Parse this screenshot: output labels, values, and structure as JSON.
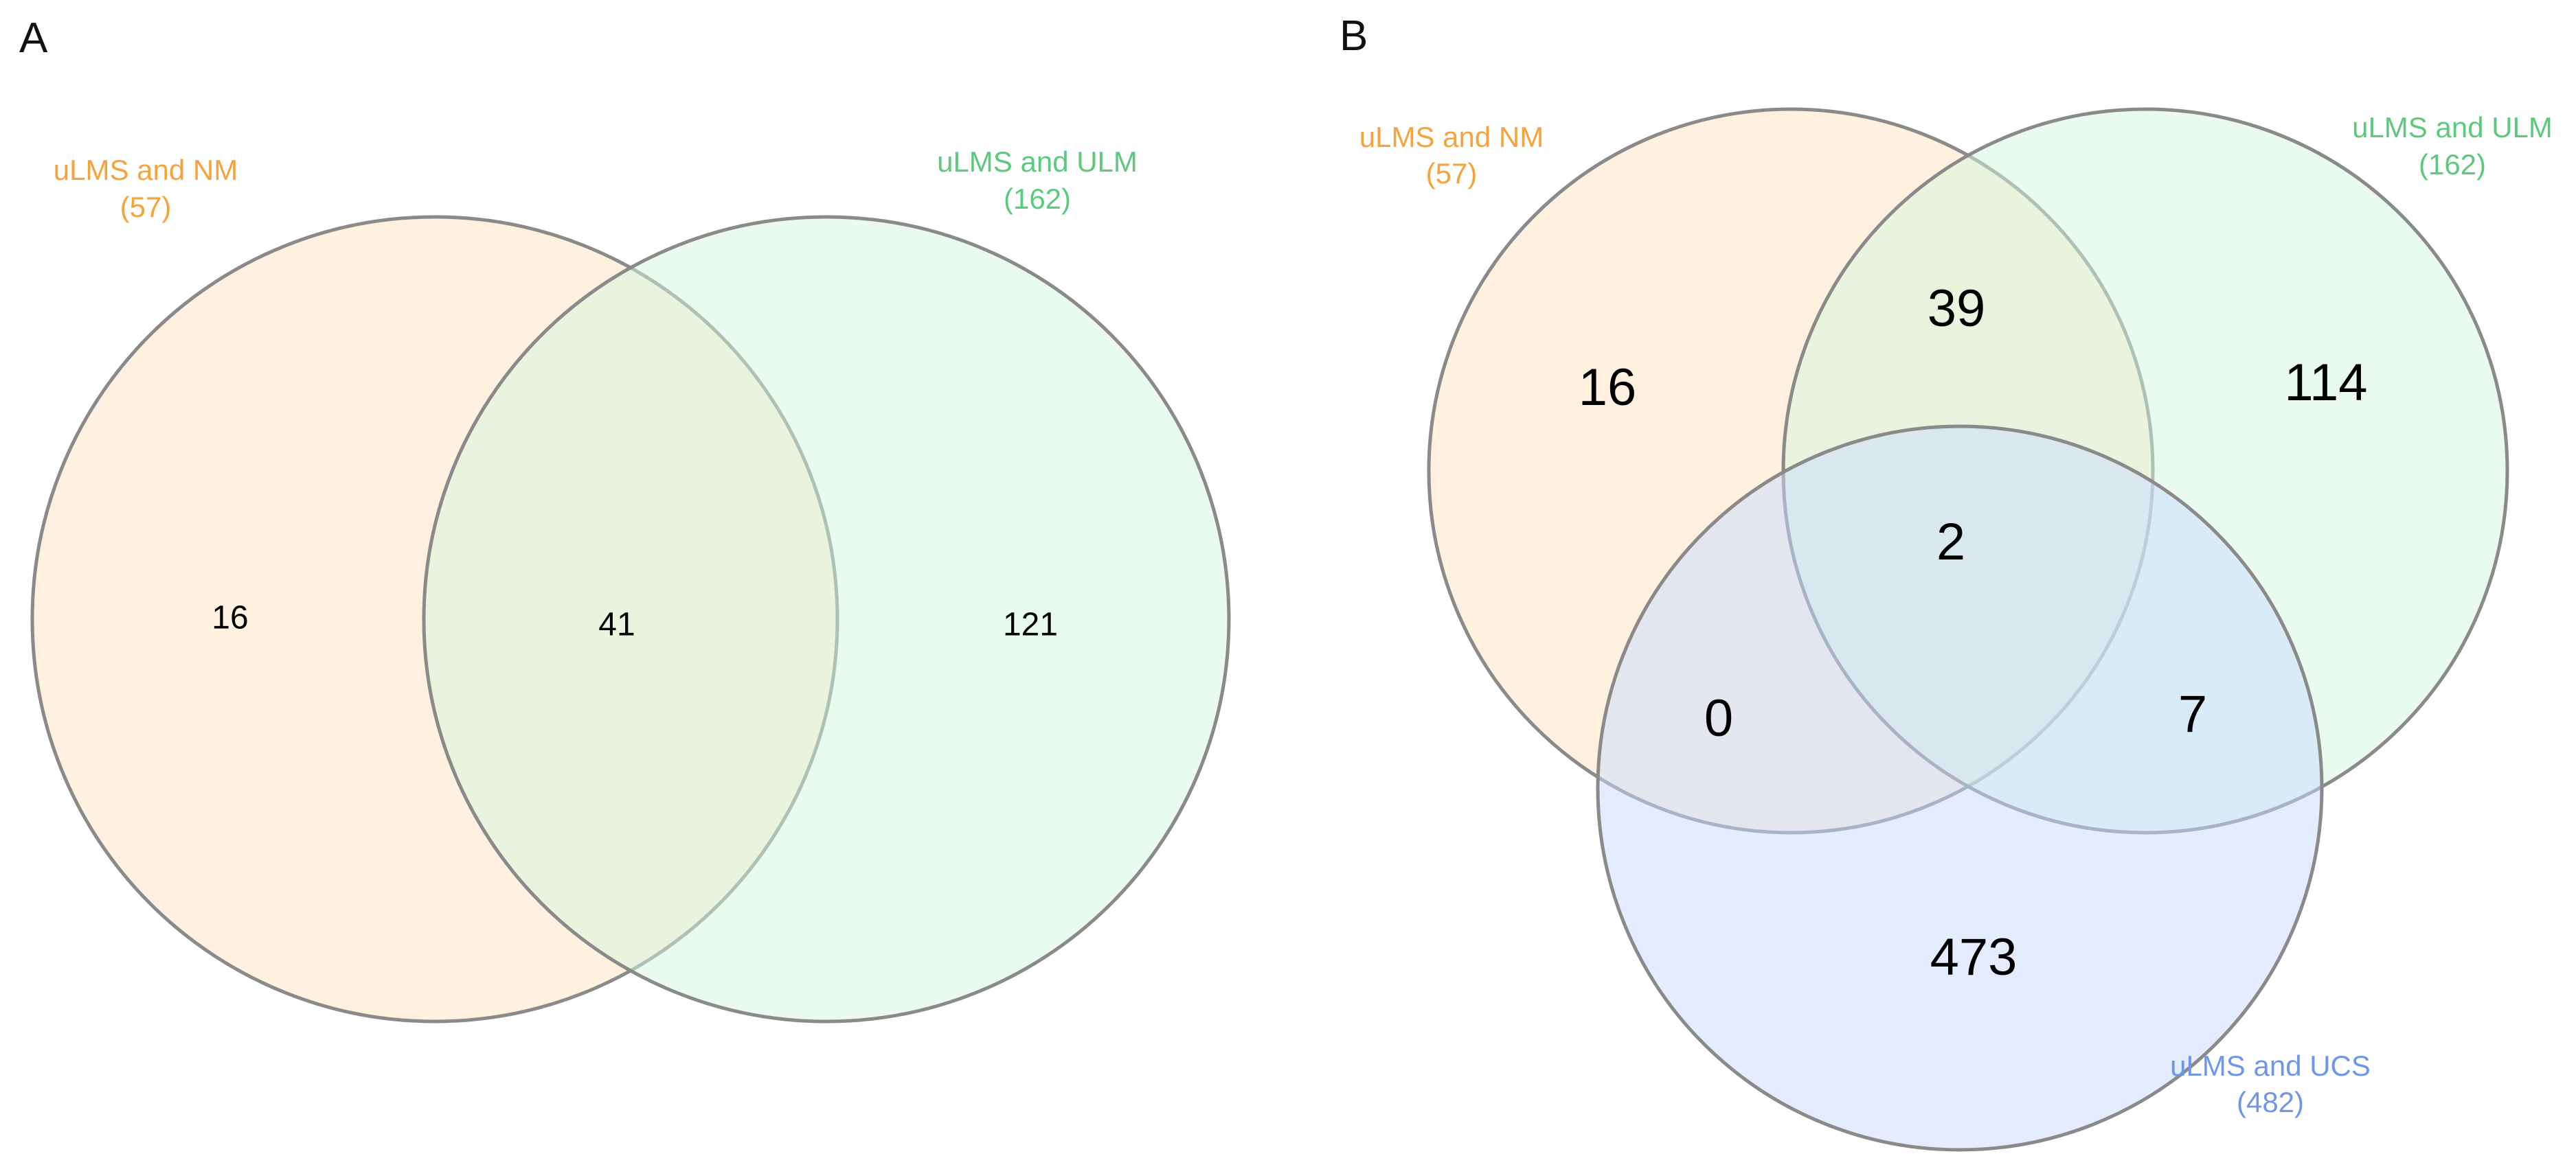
{
  "colors": {
    "nm": "#f5a33c",
    "ulm": "#5cc97c",
    "ucs": "#6f97e8",
    "nm_fill": "#ffe2bf",
    "ulm_fill": "#d4f5dd",
    "ucs_fill": "#c9dcff",
    "outline": "#8a8a8a"
  },
  "panel_a": {
    "letter": "A",
    "sets": {
      "nm": {
        "name": "uLMS and NM",
        "count": "(57)"
      },
      "ulm": {
        "name": "uLMS and ULM",
        "count": "(162)"
      }
    },
    "regions": {
      "nm_only": "16",
      "nm_ulm": "41",
      "ulm_only": "121"
    }
  },
  "panel_b": {
    "letter": "B",
    "sets": {
      "nm": {
        "name": "uLMS and NM",
        "count": "(57)"
      },
      "ulm": {
        "name": "uLMS and ULM",
        "count": "(162)"
      },
      "ucs": {
        "name": "uLMS and UCS",
        "count": "(482)"
      }
    },
    "regions": {
      "nm_only": "16",
      "nm_ulm": "39",
      "ulm_only": "114",
      "all_three": "2",
      "nm_ucs": "0",
      "ulm_ucs": "7",
      "ucs_only": "473"
    }
  }
}
